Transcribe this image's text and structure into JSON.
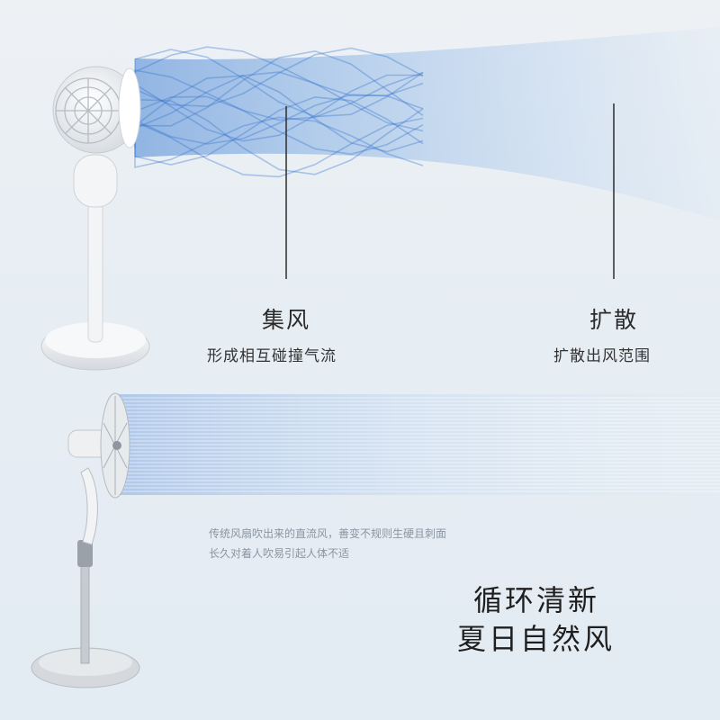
{
  "left_feature": {
    "title": "集风",
    "subtitle": "形成相互碰撞气流"
  },
  "right_feature": {
    "title": "扩散",
    "subtitle": "扩散出风范围"
  },
  "comparison": {
    "line1": "传统风扇吹出来的直流风，善变不规则生硬且刺面",
    "line2": "长久对着人吹易引起人体不适"
  },
  "slogan": {
    "line1": "循环清新",
    "line2": "夏日自然风"
  },
  "colors": {
    "background": "#e9eef3",
    "airflow_blue": "#5b8fd6",
    "fan_white": "#f5f6f7"
  }
}
